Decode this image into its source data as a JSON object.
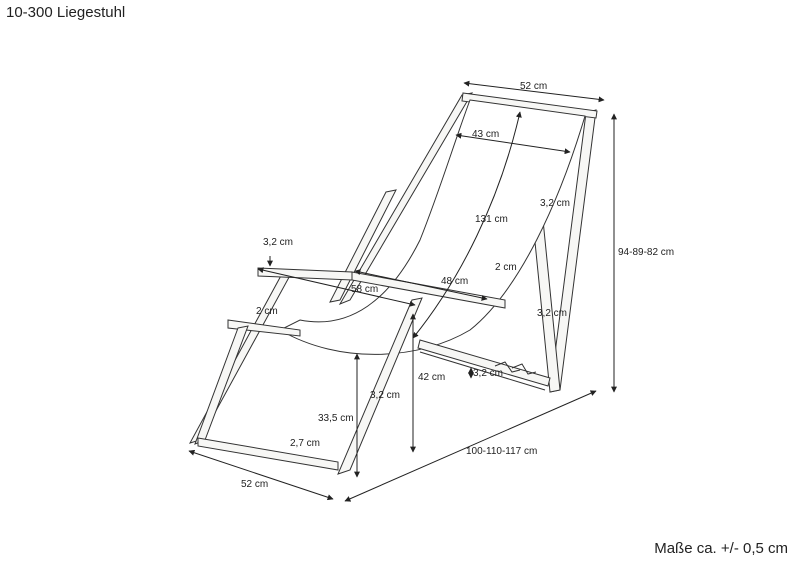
{
  "title": "10-300 Liegestuhl",
  "footer": "Maße ca. +/- 0,5 cm",
  "dimensions": {
    "top_width": "52 cm",
    "fabric_width": "43 cm",
    "fabric_length": "131 cm",
    "back_leg_thickness": "3,2 cm",
    "total_height": "94-89-82 cm",
    "armrest_height_top": "3,2 cm",
    "armrest_offset": "2 cm",
    "armrest_length_left": "58 cm",
    "armrest_span": "48 cm",
    "bar_thickness": "2 cm",
    "back_leg_side": "3,2 cm",
    "seat_height": "42 cm",
    "rear_bar": "3,2 cm",
    "front_leg": "3,2 cm",
    "front_height": "33,5 cm",
    "footbar": "2,7 cm",
    "bottom_width": "52 cm",
    "depth": "100-110-117 cm"
  }
}
